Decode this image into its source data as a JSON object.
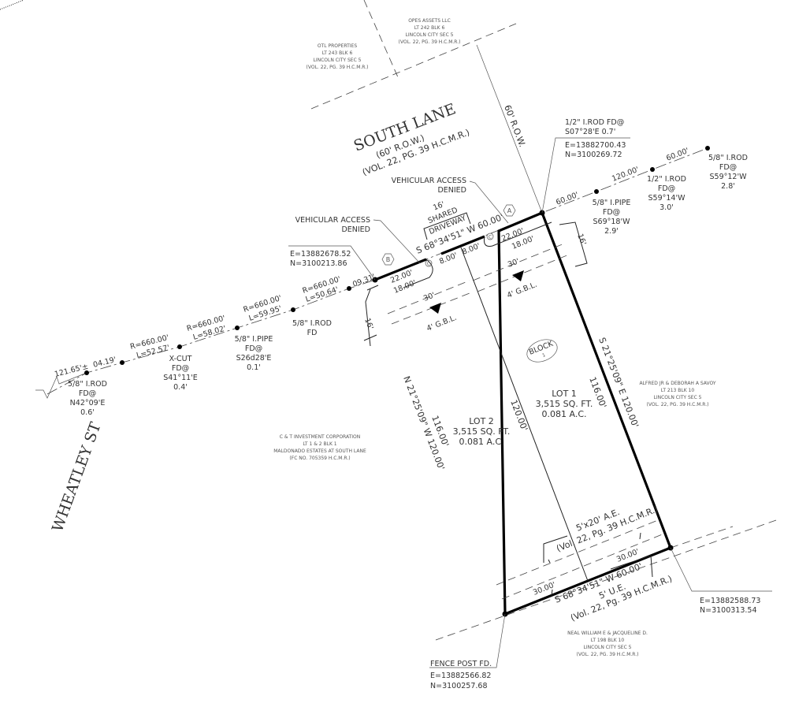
{
  "streets": {
    "south_lane": "SOUTH LANE",
    "south_lane_row": "(60' R.O.W.)",
    "south_lane_ref": "(VOL. 22, PG. 39 H.C.M.R.)",
    "wheatley": "WHEATLEY ST",
    "row_label": "60' R.O.W."
  },
  "owners": {
    "opes": [
      "OPES ASSETS LLC",
      "LT 242 BLK 6",
      "LINCOLN CITY SEC 5",
      "(VOL. 22, PG. 39 H.C.M.R.)"
    ],
    "otl": [
      "OTL PROPERTIES",
      "LT 243 BLK 6",
      "LINCOLN CITY SEC 5",
      "(VOL. 22, PG. 39 H.C.M.R.)"
    ],
    "ct": [
      "C & T INVESTMENT CORPORATION",
      "LT 1 & 2 BLK 1",
      "MALDONADO ESTATES AT SOUTH LANE",
      "(FC NO. 705359 H.C.M.R.)"
    ],
    "savoy": [
      "ALFRED JR & DEBORAH A SAVOY",
      "LT 213 BLK 10",
      "LINCOLN CITY SEC 5",
      "(VOL. 22, PG. 39 H.C.M.R.)"
    ],
    "neal": [
      "NEAL WILLIAM E & JACQUELINE D.",
      "LT 198 BLK 10",
      "LINCOLN CITY SEC 5",
      "(VOL. 22, PG. 39 H.C.M.R.)"
    ]
  },
  "corners": {
    "ne": [
      "1/2\" I.ROD FD@",
      "S07°28'E  0.7'",
      "E=13882700.43",
      "N=3100269.72"
    ],
    "nw": [
      "E=13882678.52",
      "N=3100213.86"
    ],
    "se": [
      "E=13882588.73",
      "N=3100313.54"
    ],
    "sw": [
      "FENCE POST FD.",
      "E=13882566.82",
      "N=3100257.68"
    ]
  },
  "monuments": {
    "m1": [
      "5/8\" I.PIPE",
      "FD@",
      "S69°18'W",
      "2.9'"
    ],
    "m2": [
      "1/2\" I.ROD",
      "FD@",
      "S59°14'W",
      "3.0'"
    ],
    "m3": [
      "5/8\" I.ROD",
      "FD@",
      "S59°12'W",
      "2.8'"
    ],
    "w1": [
      "5/8\" I.ROD",
      "FD"
    ],
    "w2": [
      "5/8\" I.PIPE",
      "FD@",
      "S26d28'E",
      "0.1'"
    ],
    "w3": [
      "X-CUT",
      "FD@",
      "S41°11'E",
      "0.4'"
    ],
    "w4": [
      "5/8\" I.ROD",
      "FD@",
      "N42°09'E",
      "0.6'"
    ]
  },
  "road_segments": {
    "e1": "60.00'",
    "e2": "120.00'",
    "e3": "60.00'",
    "w0": "09.31'",
    "c1": [
      "R=660.00'",
      "L=50.64'"
    ],
    "c2": [
      "R=660.00'",
      "L=59.95'"
    ],
    "c3": [
      "R=660.00'",
      "L=58.02'"
    ],
    "c4": [
      "R=660.00'",
      "L=52.57'"
    ],
    "w5": "04.19'",
    "w6": "121.65'±"
  },
  "lot_dims": {
    "north_bearing": "S 68°34'51\" W  60.00'",
    "south_bearing": "S 68°34'51\" W  60.00'",
    "west_side": "N 21°25'09\" W  120.00'",
    "west_inner": "116.00'",
    "east_side": "S 21°25'09\" E  120.00'",
    "east_inner": "116.00'",
    "middle": "120.00'",
    "nw_22": "22.00'",
    "nw_18": "18.00'",
    "ne_22": "22.00'",
    "ne_18": "18.00'",
    "drive_8a": "8.00'",
    "drive_8b": "8.00'",
    "sixteen_w": "16'",
    "sixteen_e": "16'",
    "thirty_w": "30'",
    "thirty_e": "30'",
    "gbl_w": "4' G.B.L.",
    "gbl_e": "4' G.B.L.",
    "bottom_30a": "30.00'",
    "bottom_30b": "30.00'"
  },
  "driveway": [
    "16'",
    "SHARED",
    "DRIVEWAY"
  ],
  "access_denied_a": [
    "VEHICULAR ACCESS",
    "DENIED"
  ],
  "access_denied_b": [
    "VEHICULAR ACCESS",
    "DENIED"
  ],
  "markers": {
    "a": "A",
    "b": "B",
    "c1": "C",
    "c2": "C"
  },
  "easements": {
    "ae": "5'x20' A.E.",
    "ae_ref": "(Vol. 22, Pg. 39 H.C.M.R.)",
    "ue": "5' U.E.",
    "ue_ref": "(Vol. 22, Pg. 39 H.C.M.R.)"
  },
  "block": [
    "BLOCK",
    "1"
  ],
  "lots": [
    {
      "name": "LOT 1",
      "sqft": "3,515 SQ. FT.",
      "acres": "0.081 A.C."
    },
    {
      "name": "LOT 2",
      "sqft": "3,515 SQ. FT.",
      "acres": "0.081 A.C."
    }
  ]
}
